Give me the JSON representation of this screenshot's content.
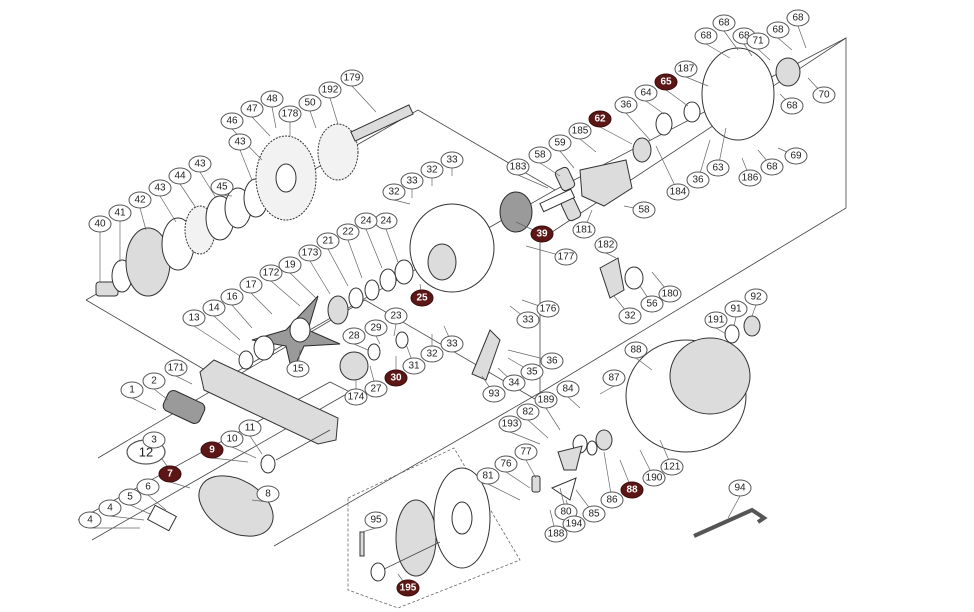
{
  "colors": {
    "highlight_fill": "#5c1616",
    "highlight_text": "#ffffff",
    "callout_border": "#555555",
    "line": "#333333"
  },
  "callouts": [
    {
      "label": "40"
    },
    {
      "label": "41"
    },
    {
      "label": "42"
    },
    {
      "label": "43"
    },
    {
      "label": "44"
    },
    {
      "label": "43"
    },
    {
      "label": "45"
    },
    {
      "label": "43"
    },
    {
      "label": "46"
    },
    {
      "label": "47"
    },
    {
      "label": "48"
    },
    {
      "label": "178"
    },
    {
      "label": "50"
    },
    {
      "label": "192"
    },
    {
      "label": "179"
    },
    {
      "label": "33"
    },
    {
      "label": "32"
    },
    {
      "label": "33"
    },
    {
      "label": "32"
    },
    {
      "label": "24"
    },
    {
      "label": "24"
    },
    {
      "label": "22"
    },
    {
      "label": "21"
    },
    {
      "label": "173"
    },
    {
      "label": "19"
    },
    {
      "label": "172"
    },
    {
      "label": "17"
    },
    {
      "label": "16"
    },
    {
      "label": "14"
    },
    {
      "label": "13"
    },
    {
      "label": "15"
    },
    {
      "label": "25"
    },
    {
      "label": "23"
    },
    {
      "label": "29"
    },
    {
      "label": "28"
    },
    {
      "label": "27"
    },
    {
      "label": "30"
    },
    {
      "label": "31"
    },
    {
      "label": "174"
    },
    {
      "label": "32"
    },
    {
      "label": "33"
    },
    {
      "label": "1"
    },
    {
      "label": "2"
    },
    {
      "label": "171"
    },
    {
      "label": "11"
    },
    {
      "label": "10"
    },
    {
      "label": "9"
    },
    {
      "label": "12"
    },
    {
      "label": "7"
    },
    {
      "label": "8"
    },
    {
      "label": "6"
    },
    {
      "label": "5"
    },
    {
      "label": "4"
    },
    {
      "label": "4"
    },
    {
      "label": "3"
    },
    {
      "label": "39"
    },
    {
      "label": "177"
    },
    {
      "label": "183"
    },
    {
      "label": "58"
    },
    {
      "label": "59"
    },
    {
      "label": "185"
    },
    {
      "label": "62"
    },
    {
      "label": "36"
    },
    {
      "label": "64"
    },
    {
      "label": "65"
    },
    {
      "label": "187"
    },
    {
      "label": "68"
    },
    {
      "label": "68"
    },
    {
      "label": "68"
    },
    {
      "label": "71"
    },
    {
      "label": "68"
    },
    {
      "label": "68"
    },
    {
      "label": "70"
    },
    {
      "label": "68"
    },
    {
      "label": "69"
    },
    {
      "label": "68"
    },
    {
      "label": "186"
    },
    {
      "label": "63"
    },
    {
      "label": "36"
    },
    {
      "label": "184"
    },
    {
      "label": "58"
    },
    {
      "label": "181"
    },
    {
      "label": "182"
    },
    {
      "label": "56"
    },
    {
      "label": "180"
    },
    {
      "label": "32"
    },
    {
      "label": "33"
    },
    {
      "label": "176"
    },
    {
      "label": "36"
    },
    {
      "label": "35"
    },
    {
      "label": "34"
    },
    {
      "label": "93"
    },
    {
      "label": "92"
    },
    {
      "label": "91"
    },
    {
      "label": "191"
    },
    {
      "label": "88"
    },
    {
      "label": "87"
    },
    {
      "label": "84"
    },
    {
      "label": "189"
    },
    {
      "label": "82"
    },
    {
      "label": "193"
    },
    {
      "label": "77"
    },
    {
      "label": "76"
    },
    {
      "label": "81"
    },
    {
      "label": "80"
    },
    {
      "label": "194"
    },
    {
      "label": "188"
    },
    {
      "label": "85"
    },
    {
      "label": "86"
    },
    {
      "label": "88"
    },
    {
      "label": "190"
    },
    {
      "label": "121"
    },
    {
      "label": "94"
    },
    {
      "label": "95"
    },
    {
      "label": "195"
    }
  ]
}
